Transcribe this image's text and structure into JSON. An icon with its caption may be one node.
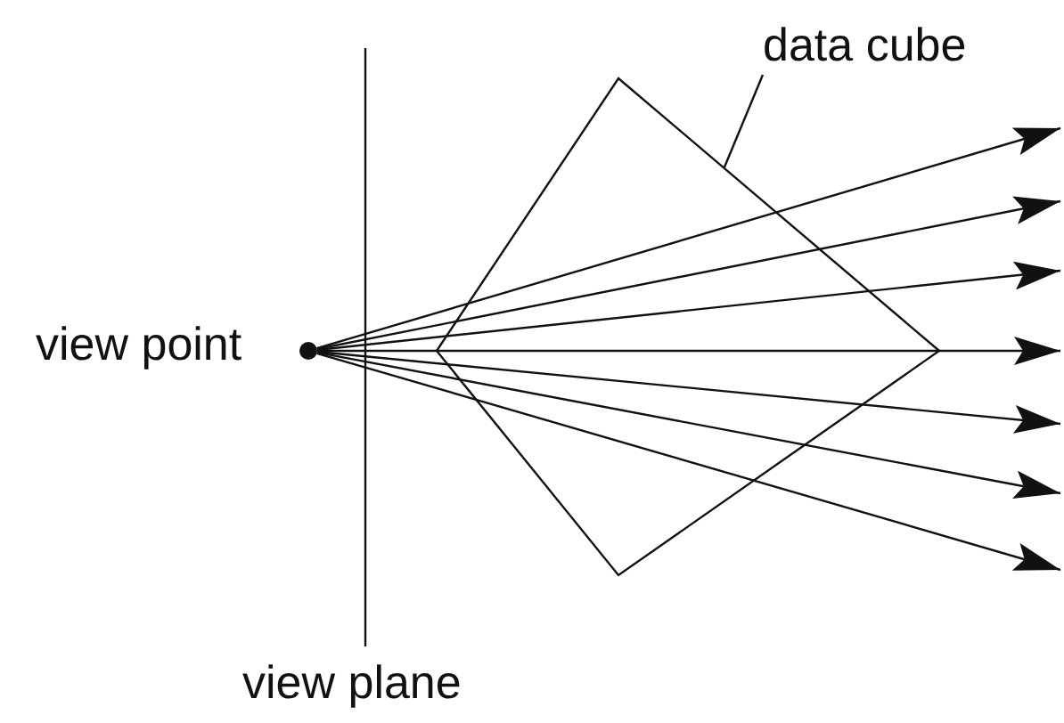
{
  "diagram": {
    "nodes": [
      {
        "text": [],
        "shape": "circle",
        "beside": [
          "view point"
        ]
      },
      {
        "text": [],
        "shape": "diamond"
      },
      {
        "text": [
          "data cube"
        ]
      }
    ],
    "edges": [
      {
        "from": 0,
        "to": null,
        "arrow": "to"
      },
      {
        "from": 0,
        "to": null,
        "arrow": "to"
      },
      {
        "from": 0,
        "to": null,
        "arrow": "to"
      },
      {
        "from": 0,
        "to": null,
        "arrow": "to"
      },
      {
        "from": 0,
        "to": null,
        "arrow": "to"
      },
      {
        "from": 0,
        "to": null,
        "arrow": "to"
      },
      {
        "from": 0,
        "to": null,
        "arrow": "to"
      },
      {
        "from": 2,
        "to": 1,
        "arrow": "none"
      }
    ],
    "labels": [
      "view plane"
    ]
  }
}
